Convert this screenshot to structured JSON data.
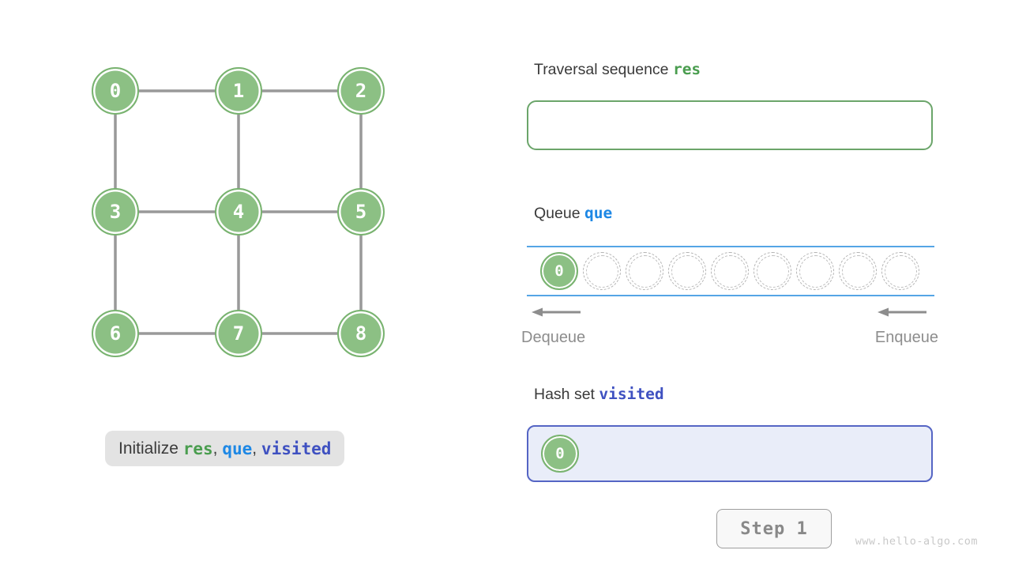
{
  "watermark": "www.hello-algo.com",
  "controls": {
    "step_label": "Step 1"
  },
  "status": {
    "segments": [
      {
        "t": "Initialize ",
        "s": "plain"
      },
      {
        "t": "res",
        "s": "green"
      },
      {
        "t": ", ",
        "s": "plain"
      },
      {
        "t": "que",
        "s": "blue"
      },
      {
        "t": ", ",
        "s": "plain"
      },
      {
        "t": "visited",
        "s": "indigo"
      }
    ]
  },
  "graph": {
    "nodes": [
      {
        "id": 0,
        "label": "0",
        "row": 0,
        "col": 0
      },
      {
        "id": 1,
        "label": "1",
        "row": 0,
        "col": 1
      },
      {
        "id": 2,
        "label": "2",
        "row": 0,
        "col": 2
      },
      {
        "id": 3,
        "label": "3",
        "row": 1,
        "col": 0
      },
      {
        "id": 4,
        "label": "4",
        "row": 1,
        "col": 1
      },
      {
        "id": 5,
        "label": "5",
        "row": 1,
        "col": 2
      },
      {
        "id": 6,
        "label": "6",
        "row": 2,
        "col": 0
      },
      {
        "id": 7,
        "label": "7",
        "row": 2,
        "col": 1
      },
      {
        "id": 8,
        "label": "8",
        "row": 2,
        "col": 2
      }
    ],
    "edges": [
      [
        0,
        1
      ],
      [
        1,
        2
      ],
      [
        3,
        4
      ],
      [
        4,
        5
      ],
      [
        6,
        7
      ],
      [
        7,
        8
      ],
      [
        0,
        3
      ],
      [
        3,
        6
      ],
      [
        1,
        4
      ],
      [
        4,
        7
      ],
      [
        2,
        5
      ],
      [
        5,
        8
      ]
    ]
  },
  "traversal": {
    "title_segments": [
      {
        "t": "Traversal sequence ",
        "s": "plain"
      },
      {
        "t": "res",
        "s": "green"
      }
    ],
    "items": []
  },
  "queue": {
    "title_segments": [
      {
        "t": "Queue ",
        "s": "plain"
      },
      {
        "t": "que",
        "s": "blue"
      }
    ],
    "capacity": 9,
    "items": [
      "0"
    ],
    "dequeue_label": "Dequeue",
    "enqueue_label": "Enqueue"
  },
  "hashset": {
    "title_segments": [
      {
        "t": "Hash set ",
        "s": "plain"
      },
      {
        "t": "visited",
        "s": "indigo"
      }
    ],
    "items": [
      "0"
    ]
  },
  "colors": {
    "node_green": "#8cc084",
    "node_border_green": "#79b370",
    "res_green": "#4a9d4f",
    "que_blue": "#1e88e5",
    "visited_indigo": "#3f51c1",
    "queue_line_blue": "#55a5e5",
    "edge_gray": "#999999",
    "hash_box_bg": "#e9edf9",
    "hash_box_border": "#5565c4",
    "status_pill_bg": "#e3e3e3"
  }
}
